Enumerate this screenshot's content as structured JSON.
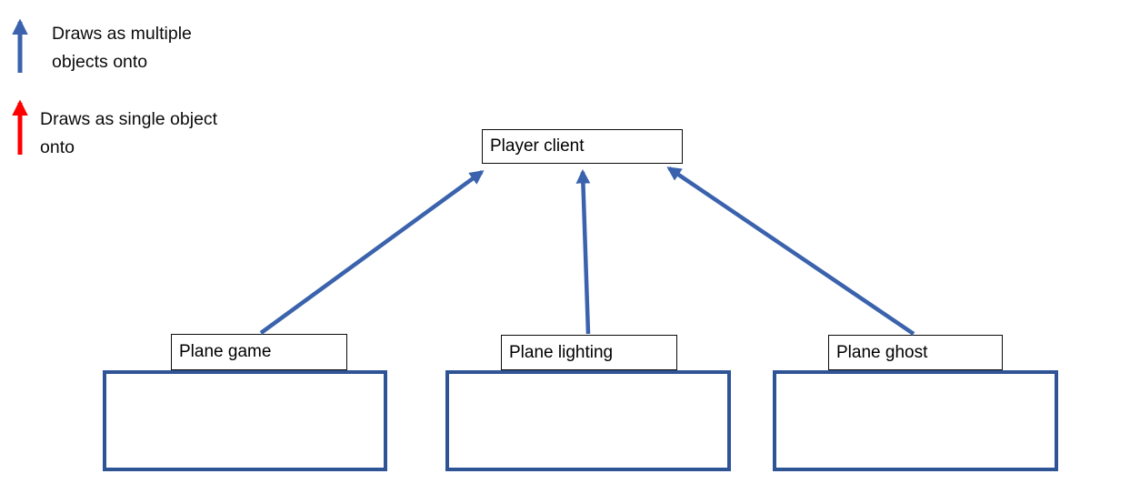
{
  "legend": {
    "items": [
      {
        "icon": "up-arrow-blue-icon",
        "color": "#3A62AD",
        "label": "Draws as multiple objects onto",
        "lines": [
          "Draws as multiple",
          "objects onto"
        ]
      },
      {
        "icon": "up-arrow-red-icon",
        "color": "#FF0000",
        "label": "Draws as single object onto",
        "lines": [
          "Draws as single object",
          "onto"
        ]
      }
    ]
  },
  "diagram": {
    "root": {
      "label": "Player client"
    },
    "children": [
      {
        "label": "Plane game"
      },
      {
        "label": "Plane lighting"
      },
      {
        "label": "Plane ghost"
      }
    ],
    "edges": [
      {
        "from": "Plane game",
        "to": "Player client",
        "type": "multiple",
        "color": "#3A62AD"
      },
      {
        "from": "Plane lighting",
        "to": "Player client",
        "type": "multiple",
        "color": "#3A62AD"
      },
      {
        "from": "Plane ghost",
        "to": "Player client",
        "type": "multiple",
        "color": "#3A62AD"
      }
    ]
  },
  "colors": {
    "edge_blue": "#3A62AD",
    "legend_red": "#FF0000",
    "container_border_blue": "#2F5496",
    "node_border": "#000000",
    "background": "#FFFFFF"
  }
}
